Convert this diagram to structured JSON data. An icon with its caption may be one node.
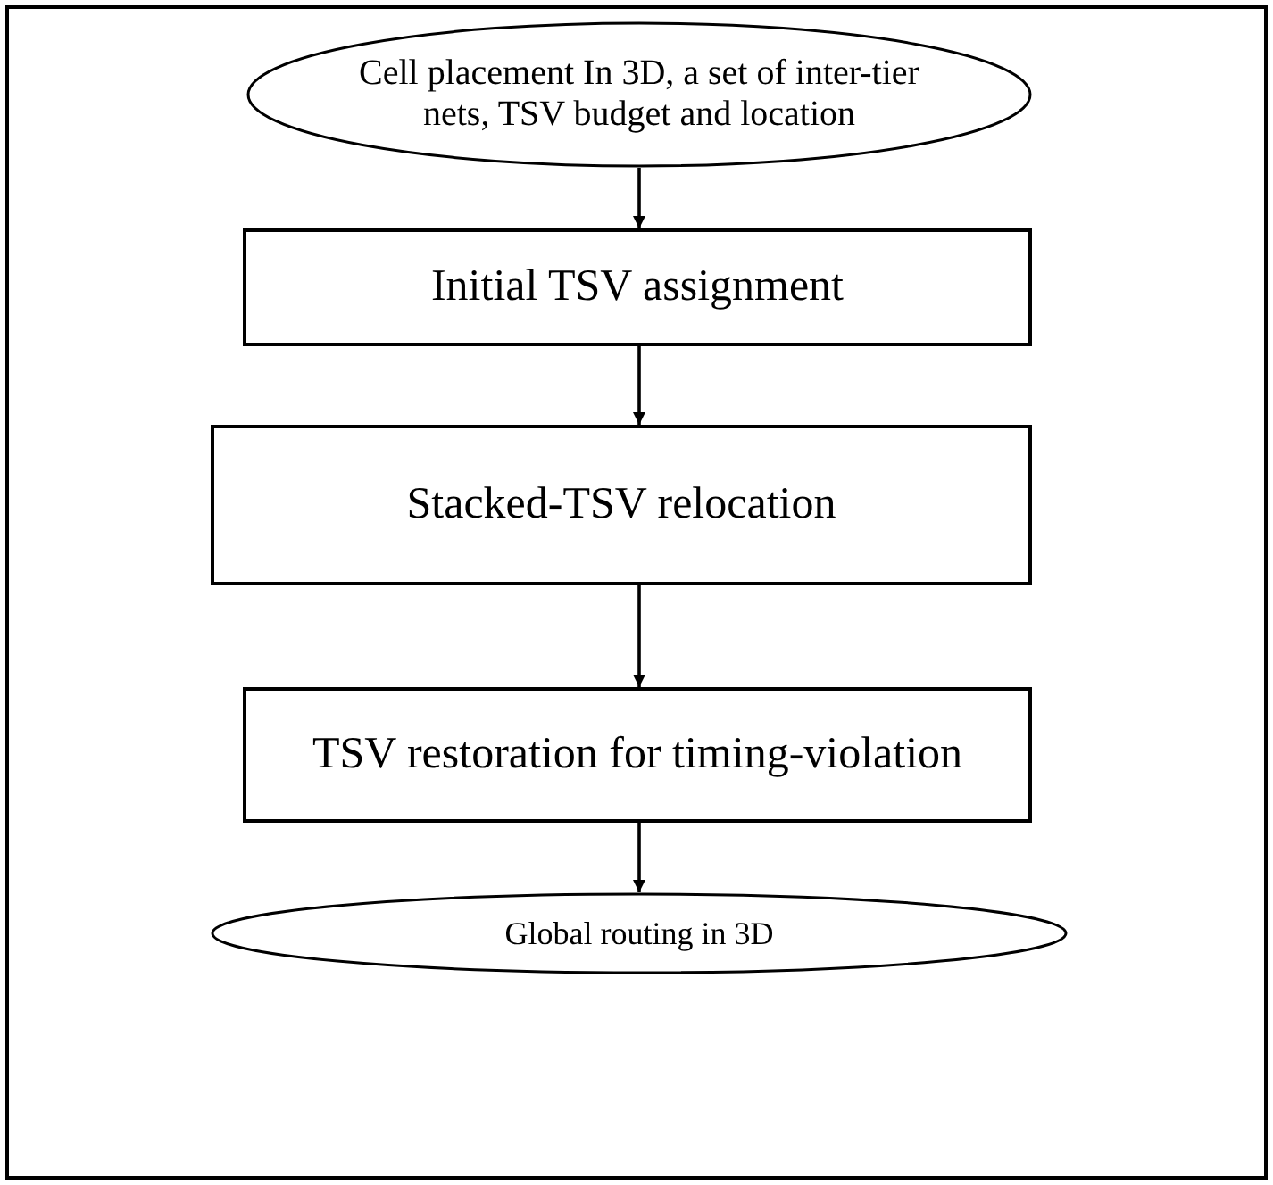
{
  "diagram": {
    "nodes": [
      {
        "text": [
          "Cell placement In 3D, a set of inter-tier nets, TSV budget and location"
        ]
      },
      {
        "text": [
          "Initial TSV assignment"
        ]
      },
      {
        "text": [
          "Stacked-TSV relocation"
        ]
      },
      {
        "text": [
          "TSV restoration for timing-violation"
        ]
      },
      {
        "text": [
          "Global routing in 3D"
        ]
      }
    ],
    "edges": [
      {
        "from": 0,
        "to": 1,
        "arrow": "to"
      },
      {
        "from": 1,
        "to": 2,
        "arrow": "to"
      },
      {
        "from": 2,
        "to": 3,
        "arrow": "to"
      },
      {
        "from": 3,
        "to": 4,
        "arrow": "to"
      }
    ]
  }
}
